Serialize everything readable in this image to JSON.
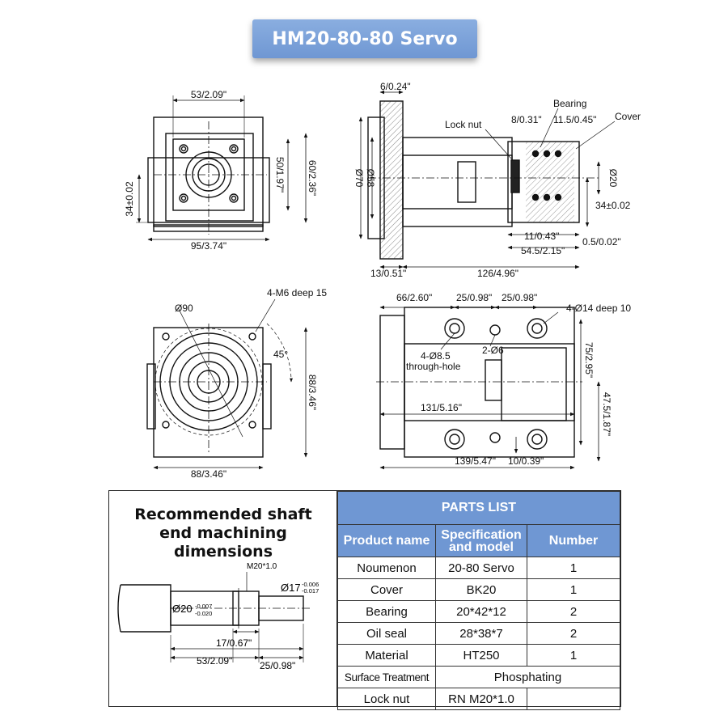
{
  "title": "HM20-80-80 Servo",
  "front_view": {
    "dims": {
      "top_width": "53/2.09\"",
      "bottom_width": "95/3.74\"",
      "left_height": "34±0.02",
      "inner_height": "50/1.97\"",
      "outer_height": "60/2.36\""
    }
  },
  "side_view": {
    "dims": {
      "flange_thickness": "6/0.24\"",
      "dia_70": "Ø70",
      "dia_58": "Ø58",
      "offset": "13/0.51\"",
      "length": "126/4.96\"",
      "lock_nut": "Lock nut",
      "bearing": "Bearing",
      "cover": "Cover",
      "d8": "8/0.31\"",
      "d11_5": "11.5/0.45\"",
      "dia_20": "Ø20",
      "h34": "34±0.02",
      "d11": "11/0.43\"",
      "d0_5": "0.5/0.02\"",
      "d54_5": "54.5/2.15\""
    }
  },
  "end_view": {
    "dims": {
      "dia_90": "Ø90",
      "holes": "4-M6 deep 15",
      "angle": "45°",
      "height": "88/3.46\"",
      "width": "88/3.46\""
    }
  },
  "top_view": {
    "dims": {
      "d66": "66/2.60\"",
      "d25a": "25/0.98\"",
      "d25b": "25/0.98\"",
      "holes14": "4-Ø14 deep 10",
      "holes8_5": "4-Ø8.5",
      "through": "through-hole",
      "holes6": "2-Ø6",
      "d75": "75/2.95\"",
      "d131": "131/5.16\"",
      "d47_5": "47.5/1.87\"",
      "d139": "139/5.47\"",
      "d10": "10/0.39\""
    }
  },
  "shaft_end": {
    "title_line1": "Recommended shaft",
    "title_line2": "end machining dimensions",
    "thread": "M20*1.0",
    "dia17": "Ø17",
    "dia17_tol_up": "-0.006",
    "dia17_tol_low": "-0.017",
    "dia20": "Ø20",
    "dia20_tol_up": "-0.007",
    "dia20_tol_low": "-0.020",
    "d17": "17/0.67\"",
    "d53": "53/2.09\"",
    "d25": "25/0.98\""
  },
  "parts_list": {
    "title": "PARTS LIST",
    "headers": [
      "Product name",
      "Specification and model",
      "Number"
    ],
    "rows": [
      {
        "name": "Noumenon",
        "spec": "20-80 Servo",
        "num": "1"
      },
      {
        "name": "Cover",
        "spec": "BK20",
        "num": "1"
      },
      {
        "name": "Bearing",
        "spec": "20*42*12",
        "num": "2"
      },
      {
        "name": "Oil seal",
        "spec": "28*38*7",
        "num": "2"
      },
      {
        "name": "Material",
        "spec": "HT250",
        "num": "1"
      },
      {
        "name": "Surface Treatment",
        "spec": "Phosphating",
        "num": ""
      },
      {
        "name": "Lock nut",
        "spec": "RN M20*1.0",
        "num": ""
      }
    ]
  }
}
